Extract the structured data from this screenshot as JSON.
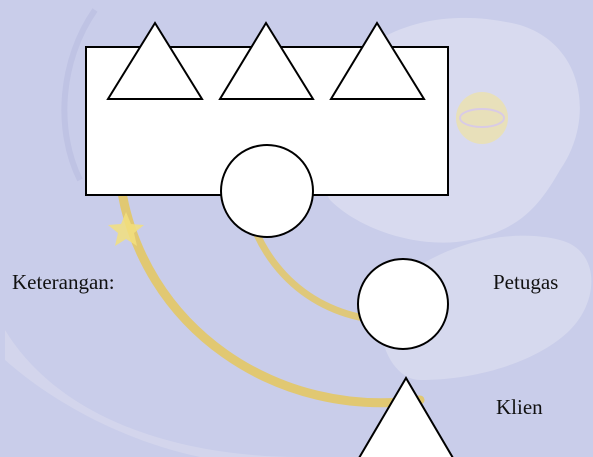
{
  "legend": {
    "heading": "Keterangan:",
    "officer_label": "Petugas",
    "client_label": "Klien"
  },
  "colors": {
    "background": "#c9cdea",
    "watermark_gold": "#e8c64a",
    "watermark_white": "#e4e6f2",
    "shape_fill": "#ffffff",
    "shape_stroke": "#000000"
  },
  "diagram": {
    "table_count": 1,
    "client_count_at_table": 3,
    "officer_count_at_table": 1
  }
}
